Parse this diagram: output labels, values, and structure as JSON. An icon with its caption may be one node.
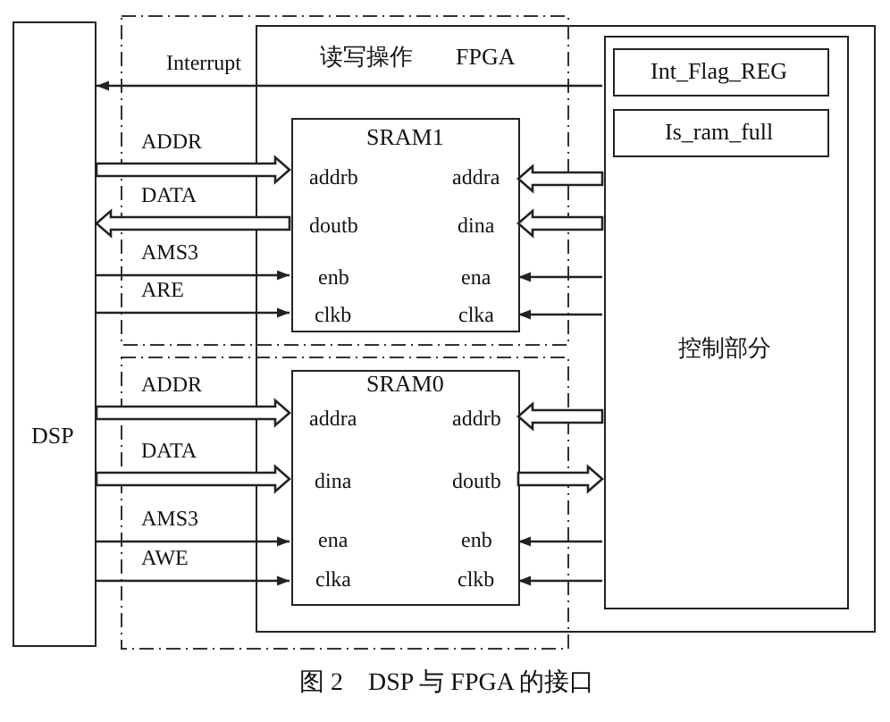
{
  "diagram": {
    "caption": "图 2　DSP 与 FPGA 的接口",
    "nodes": [
      {
        "text": [
          "DSP"
        ]
      },
      {
        "text": [
          "FPGA"
        ]
      },
      {
        "text": [
          "SRAM1",
          "addrb",
          "addra",
          "doutb",
          "dina",
          "enb",
          "ena",
          "clkb",
          "clka"
        ],
        "in": 1
      },
      {
        "text": [
          "SRAM0",
          "addra",
          "addrb",
          "dina",
          "doutb",
          "ena",
          "enb",
          "clka",
          "clkb"
        ],
        "in": 1
      },
      {
        "text": [
          "控制部分"
        ],
        "in": 1
      },
      {
        "text": [
          "Int_Flag_REG"
        ],
        "in": 4
      },
      {
        "text": [
          "Is_ram_full"
        ],
        "in": 4
      }
    ],
    "edges": [
      {
        "from": 4,
        "to": 0,
        "arrow": "to",
        "label": "Interrupt"
      },
      {
        "from": 0,
        "to": 2,
        "arrow": "to",
        "label": "ADDR",
        "style": "thick"
      },
      {
        "from": 2,
        "to": 0,
        "arrow": "to",
        "label": "DATA",
        "style": "thick"
      },
      {
        "from": 0,
        "to": 2,
        "arrow": "to",
        "label": "AMS3"
      },
      {
        "from": 0,
        "to": 2,
        "arrow": "to",
        "label": "ARE"
      },
      {
        "from": 4,
        "to": 2,
        "arrow": "to",
        "style": "thick"
      },
      {
        "from": 4,
        "to": 2,
        "arrow": "to",
        "style": "thick"
      },
      {
        "from": 4,
        "to": 2,
        "arrow": "to"
      },
      {
        "from": 4,
        "to": 2,
        "arrow": "to"
      },
      {
        "from": 0,
        "to": 3,
        "arrow": "to",
        "label": "ADDR",
        "style": "thick"
      },
      {
        "from": 0,
        "to": 3,
        "arrow": "to",
        "label": "DATA",
        "style": "thick"
      },
      {
        "from": 0,
        "to": 3,
        "arrow": "to",
        "label": "AMS3"
      },
      {
        "from": 0,
        "to": 3,
        "arrow": "to",
        "label": "AWE"
      },
      {
        "from": 4,
        "to": 3,
        "arrow": "to",
        "style": "thick"
      },
      {
        "from": 3,
        "to": 4,
        "arrow": "to",
        "style": "thick"
      },
      {
        "from": 4,
        "to": 3,
        "arrow": "to"
      },
      {
        "from": 4,
        "to": 3,
        "arrow": "to"
      }
    ],
    "labels": [
      "读写操作"
    ]
  }
}
